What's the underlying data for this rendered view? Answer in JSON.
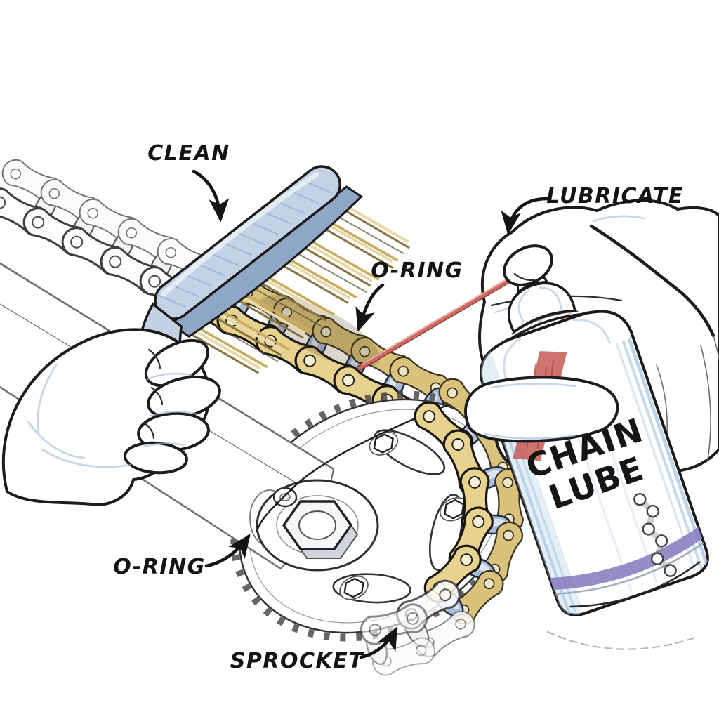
{
  "labels": {
    "clean": "CLEAN",
    "lubricate": "LUBRICATE",
    "oring_chain": "O-RING",
    "oring_axle": "O-RING",
    "sprocket": "SPROCKET"
  },
  "spray_can": {
    "brand_line1": "CHAIN",
    "brand_line2": "LUBE"
  },
  "colors": {
    "outline": "#1c1c1c",
    "chain_gold": "#e7d290",
    "chain_gold_far": "#d9c27c",
    "roller_blue": "#a9bcd9",
    "brush_blue": "#c3d2e6",
    "brush_blue_dark": "#8fa6c6",
    "bristle_tan": "#d9c27f",
    "can_shade_blue": "#a8c6e2",
    "stripe_red": "#c65a54",
    "band_purple": "#8b80c0",
    "straw_red": "#cc6a62"
  }
}
